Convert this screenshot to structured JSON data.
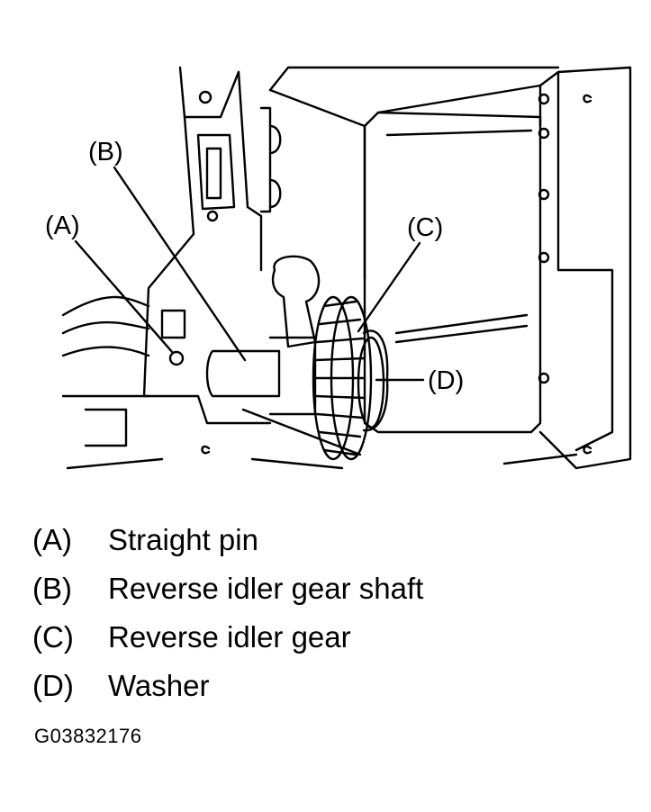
{
  "callouts": {
    "a": "(A)",
    "b": "(B)",
    "c": "(C)",
    "d": "(D)"
  },
  "legend": [
    {
      "key": "(A)",
      "desc": "Straight pin"
    },
    {
      "key": "(B)",
      "desc": "Reverse idler gear shaft"
    },
    {
      "key": "(C)",
      "desc": "Reverse idler gear"
    },
    {
      "key": "(D)",
      "desc": "Washer"
    }
  ],
  "figure_id": "G03832176"
}
